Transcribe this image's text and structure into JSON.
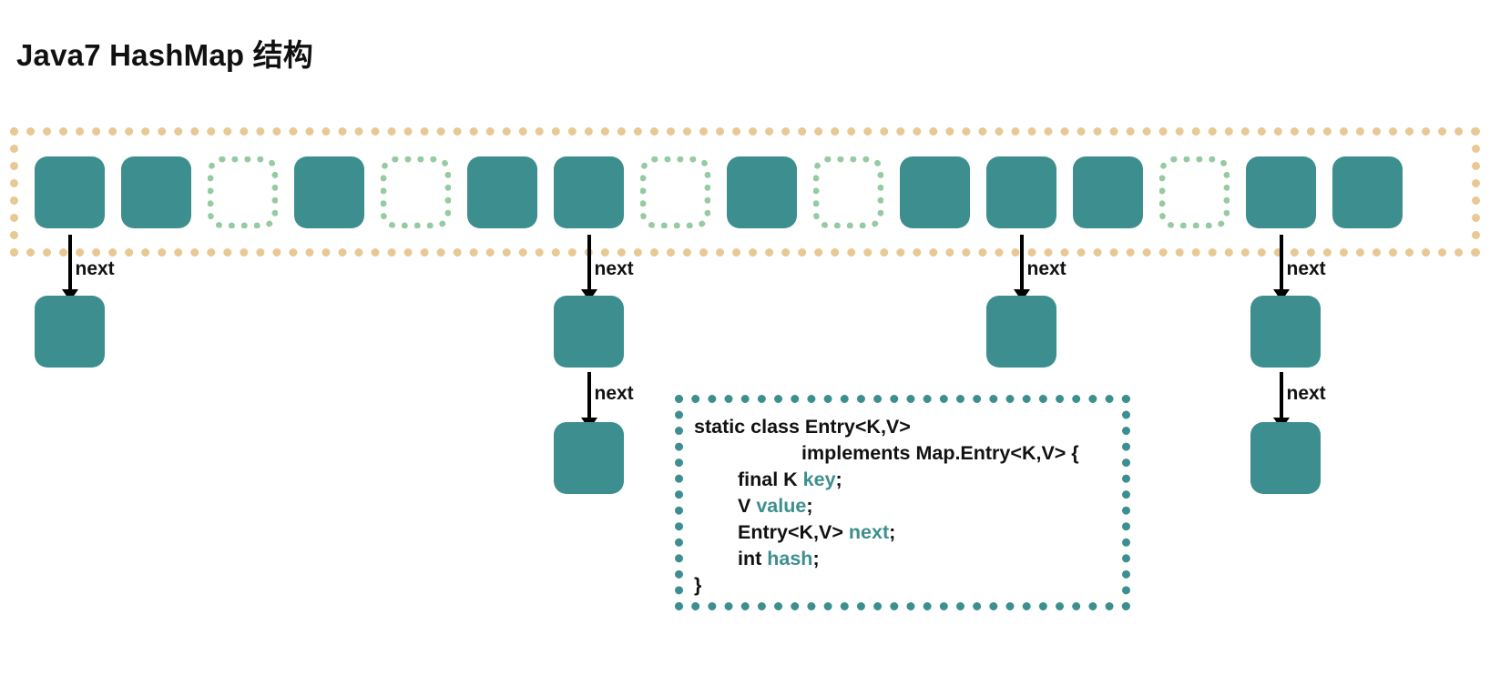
{
  "title": "Java7 HashMap 结构",
  "colors": {
    "node_fill": "#3d8f8f",
    "array_border": "#e8c894",
    "empty_cell_border": "#96cba2",
    "code_border": "#3d8f8f",
    "code_field": "#3d8f8f",
    "text": "#111111"
  },
  "array": {
    "name": "hashmap-bucket-array",
    "cell_count": 16,
    "cells": [
      {
        "index": 0,
        "state": "filled"
      },
      {
        "index": 1,
        "state": "filled"
      },
      {
        "index": 2,
        "state": "empty"
      },
      {
        "index": 3,
        "state": "filled"
      },
      {
        "index": 4,
        "state": "empty"
      },
      {
        "index": 5,
        "state": "filled"
      },
      {
        "index": 6,
        "state": "filled"
      },
      {
        "index": 7,
        "state": "empty"
      },
      {
        "index": 8,
        "state": "filled"
      },
      {
        "index": 9,
        "state": "empty"
      },
      {
        "index": 10,
        "state": "filled"
      },
      {
        "index": 11,
        "state": "filled"
      },
      {
        "index": 12,
        "state": "filled"
      },
      {
        "index": 13,
        "state": "empty"
      },
      {
        "index": 14,
        "state": "filled"
      },
      {
        "index": 15,
        "state": "filled"
      }
    ]
  },
  "chains": [
    {
      "bucket_index": 0,
      "arrows": [
        {
          "label": "next"
        }
      ],
      "nodes": 1
    },
    {
      "bucket_index": 6,
      "arrows": [
        {
          "label": "next"
        },
        {
          "label": "next"
        }
      ],
      "nodes": 2
    },
    {
      "bucket_index": 11,
      "arrows": [
        {
          "label": "next"
        }
      ],
      "nodes": 1
    },
    {
      "bucket_index": 14,
      "arrows": [
        {
          "label": "next"
        },
        {
          "label": "next"
        }
      ],
      "nodes": 2
    }
  ],
  "code_box": {
    "name": "entry-class-definition",
    "lines": [
      {
        "indent": 1,
        "parts": [
          {
            "text": "static class Entry<K,V>",
            "style": "plain"
          }
        ]
      },
      {
        "indent": 2,
        "parts": [
          {
            "text": "implements Map.Entry<K,V> {",
            "style": "plain"
          }
        ]
      },
      {
        "indent": 3,
        "parts": [
          {
            "text": "final K ",
            "style": "plain"
          },
          {
            "text": "key",
            "style": "field"
          },
          {
            "text": ";",
            "style": "plain"
          }
        ]
      },
      {
        "indent": 3,
        "parts": [
          {
            "text": "V ",
            "style": "plain"
          },
          {
            "text": "value",
            "style": "field"
          },
          {
            "text": ";",
            "style": "plain"
          }
        ]
      },
      {
        "indent": 3,
        "parts": [
          {
            "text": "Entry<K,V> ",
            "style": "plain"
          },
          {
            "text": "next",
            "style": "field"
          },
          {
            "text": ";",
            "style": "plain"
          }
        ]
      },
      {
        "indent": 3,
        "parts": [
          {
            "text": "int ",
            "style": "plain"
          },
          {
            "text": "hash",
            "style": "field"
          },
          {
            "text": ";",
            "style": "plain"
          }
        ]
      },
      {
        "indent": 1,
        "parts": [
          {
            "text": "}",
            "style": "plain"
          }
        ]
      }
    ]
  }
}
